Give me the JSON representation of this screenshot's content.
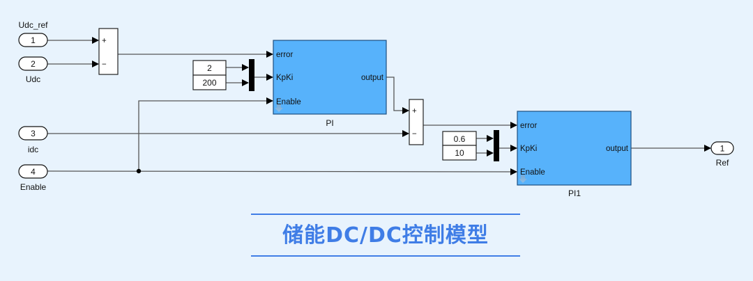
{
  "diagram": {
    "inports": [
      {
        "number": "1",
        "label": "Udc_ref"
      },
      {
        "number": "2",
        "label": "Udc"
      },
      {
        "number": "3",
        "label": "idc"
      },
      {
        "number": "4",
        "label": "Enable"
      }
    ],
    "outports": [
      {
        "number": "1",
        "label": "Ref"
      }
    ],
    "sum_blocks": [
      {
        "signs": [
          "+",
          "−"
        ]
      },
      {
        "signs": [
          "+",
          "−"
        ]
      }
    ],
    "constants": {
      "pi": [
        "2",
        "200"
      ],
      "pi1": [
        "0.6",
        "10"
      ]
    },
    "subsystems": [
      {
        "name": "PI",
        "ports_in": [
          "error",
          "KpKi",
          "Enable"
        ],
        "port_out": "output",
        "color": "#57b2fb"
      },
      {
        "name": "PI1",
        "ports_in": [
          "error",
          "KpKi",
          "Enable"
        ],
        "port_out": "output",
        "color": "#57b2fb"
      }
    ]
  },
  "caption": {
    "title": "储能DC/DC控制模型",
    "color": "#3f7de6"
  }
}
